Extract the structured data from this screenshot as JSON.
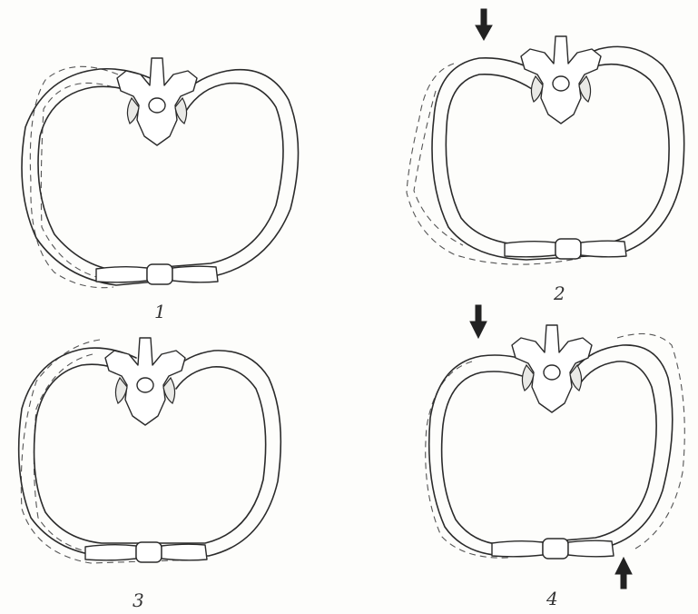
{
  "figure": {
    "panels": [
      {
        "label": "1",
        "arrows": "none"
      },
      {
        "label": "2",
        "arrows": "top"
      },
      {
        "label": "3",
        "arrows": "none"
      },
      {
        "label": "4",
        "arrows": "top and bottom"
      }
    ]
  }
}
